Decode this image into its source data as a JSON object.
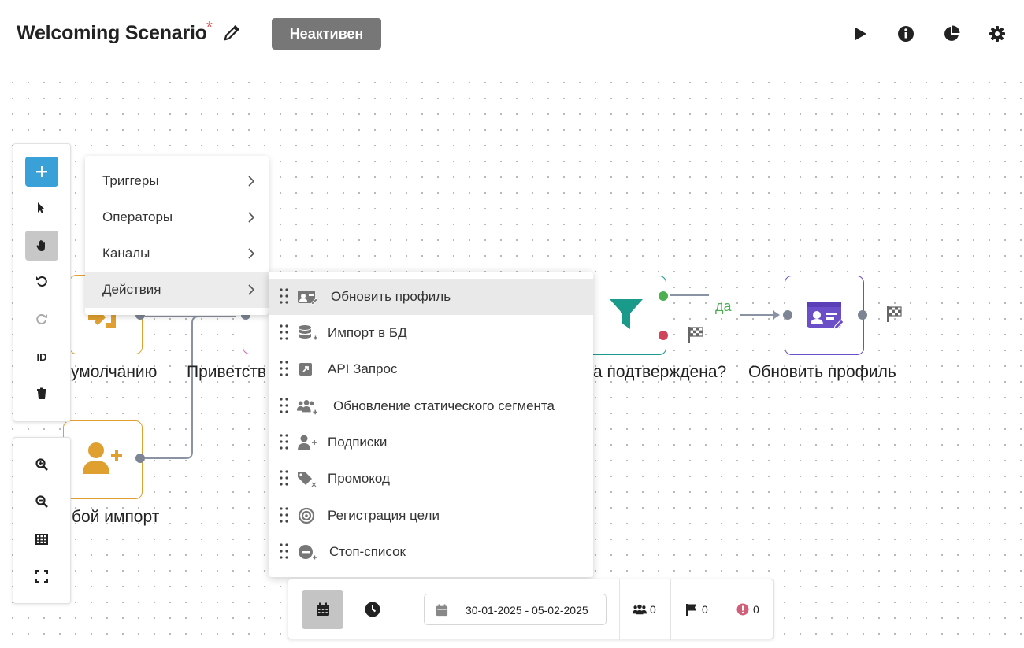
{
  "header": {
    "title": "Welcoming Scenario",
    "unsaved_marker": "*",
    "status": "Неактивен"
  },
  "canvas": {
    "nodes": {
      "default_label": "умолчанию",
      "import_label": "бой импорт",
      "welcome_label": "Приветств",
      "confirmed_label": "а подтверждена?",
      "update_profile_label": "Обновить профиль",
      "yes_label": "да"
    }
  },
  "left_toolbar": {
    "id_label": "ID"
  },
  "menu": {
    "items": [
      {
        "label": "Триггеры"
      },
      {
        "label": "Операторы"
      },
      {
        "label": "Каналы"
      },
      {
        "label": "Действия"
      }
    ]
  },
  "submenu": {
    "items": [
      {
        "label": "Обновить профиль",
        "icon": "profile-edit-icon"
      },
      {
        "label": "Импорт в БД",
        "icon": "database-add-icon"
      },
      {
        "label": "API Запрос",
        "icon": "external-link-icon"
      },
      {
        "label": "Обновление статического сегмента",
        "icon": "users-add-icon"
      },
      {
        "label": "Подписки",
        "icon": "user-plus-icon"
      },
      {
        "label": "Промокод",
        "icon": "tags-icon"
      },
      {
        "label": "Регистрация цели",
        "icon": "target-icon"
      },
      {
        "label": "Стоп-список",
        "icon": "stop-list-icon"
      }
    ]
  },
  "bottom_bar": {
    "date_range": "30-01-2025 - 05-02-2025",
    "users_count": "0",
    "goals_count": "0",
    "errors_count": "0"
  },
  "colors": {
    "accent_blue": "#3aa0d8",
    "status_gray": "#777777",
    "trigger_orange": "#e0a030",
    "filter_teal": "#1a9a8a",
    "action_purple": "#6a4fc8",
    "welcome_pink": "#d06ab0",
    "yes_green": "#4caf50",
    "no_red": "#d0445a"
  }
}
